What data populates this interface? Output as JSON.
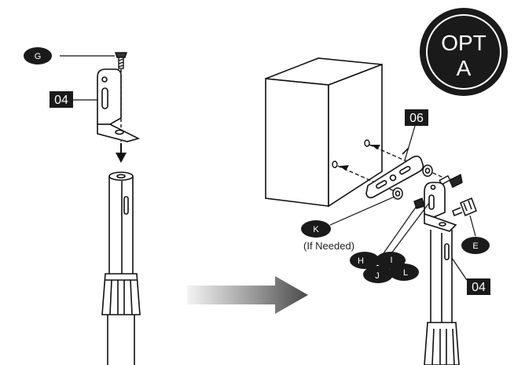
{
  "badge": {
    "line1": "OPT",
    "line2": "A"
  },
  "parts": {
    "G": "G",
    "K": "K",
    "E": "E",
    "H": "H",
    "I": "I",
    "J": "J",
    "L": "L"
  },
  "part_numbers": {
    "bracket": "04",
    "plate": "06",
    "bracket_right": "04"
  },
  "notes": {
    "if_needed": "(If Needed)"
  },
  "colors": {
    "ink": "#111111",
    "label_bg": "#1a1a1a",
    "label_text": "#ffffff",
    "arrow_gradient_start": "#f2f2f2",
    "arrow_gradient_end": "#4a4a4a"
  }
}
